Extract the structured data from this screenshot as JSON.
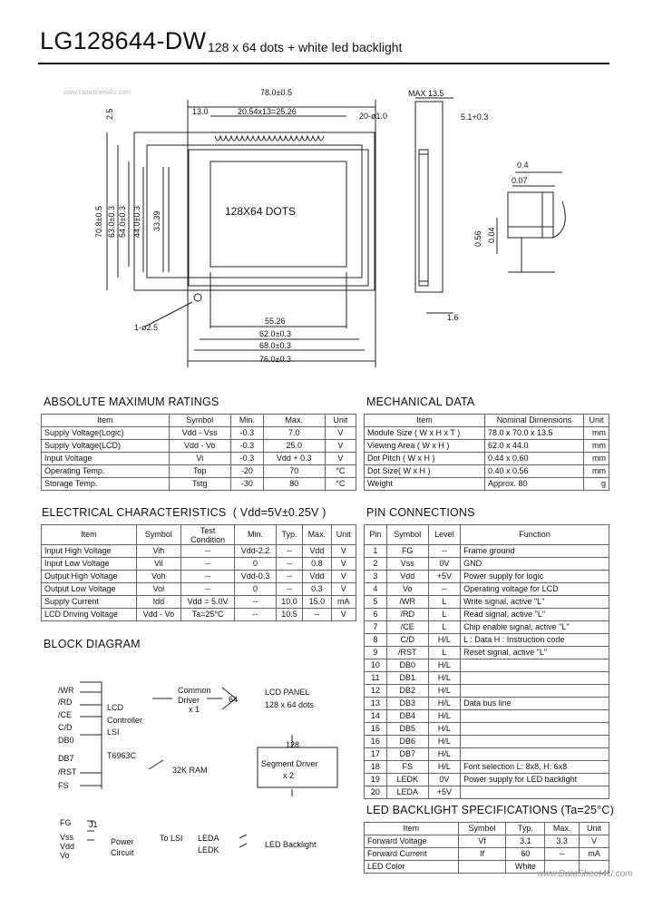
{
  "header": {
    "title": "LG128644-DW",
    "subtitle": "128 x 64 dots + white led backlight"
  },
  "watermark_top": "www.DataSheet4U.com",
  "watermark_bottom": "www.DataSheet4U.com",
  "drawing": {
    "dim_78": "78.0±0.5",
    "dim_13": "13.0",
    "dim_pitch": "20.54x13=25.26",
    "dim_20": "20-ø1.0",
    "dim_25": "2.5",
    "dim_708": "70.8±0.5",
    "dim_630": "63.0±0.3",
    "dim_540": "54.0±0.3",
    "dim_440": "44.0±0.3",
    "dim_3339": "33.39",
    "screen_label": "128X64 DOTS",
    "hole": "1-ø2.5",
    "dim_5526": "55.26",
    "dim_620": "62.0±0.3",
    "dim_680": "68.0±0.3",
    "dim_760": "76.0±0.3",
    "max": "MAX 13.5",
    "dim_51": "5.1+0.3",
    "dim_16": "1.6",
    "dot_04": "0.4",
    "dot_007": "0.07",
    "dot_056": "0.56",
    "dot_004": "0.04"
  },
  "abs_max": {
    "title": "ABSOLUTE MAXIMUM RATINGS",
    "headers": [
      "Item",
      "Symbol",
      "Min.",
      "Max.",
      "Unit"
    ],
    "rows": [
      [
        "Supply Voltage(Logic)",
        "Vdd - Vss",
        "-0.3",
        "7.0",
        "V"
      ],
      [
        "Supply Voltage(LCD)",
        "Vdd - Vo",
        "-0.3",
        "25.0",
        "V"
      ],
      [
        "Input  Voltage",
        "Vi",
        "-0.3",
        "Vdd + 0.3",
        "V"
      ],
      [
        "Operating Temp.",
        "Top",
        "-20",
        "70",
        "°C"
      ],
      [
        "Storage Temp.",
        "Tstg",
        "-30",
        "80",
        "°C"
      ]
    ]
  },
  "mech": {
    "title": "MECHANICAL DATA",
    "headers": [
      "Item",
      "Nominal Dimensions",
      "Unit"
    ],
    "rows": [
      [
        "Module Size ( W x H x T )",
        "78.0 x 70.0 x 13.5",
        "mm"
      ],
      [
        "Viewing Area ( W x H )",
        "62.0 x 44.0",
        "mm"
      ],
      [
        "Dot Pitch ( W x H )",
        "0.44 x 0.60",
        "mm"
      ],
      [
        "Dot Size( W x H )",
        "0.40 x 0.56",
        "mm"
      ],
      [
        "Weight",
        "Approx.  80",
        "g"
      ]
    ]
  },
  "elec": {
    "title": "ELECTRICAL CHARACTERISTICS",
    "cond": "( Vdd=5V±0.25V )",
    "headers": [
      "Item",
      "Symbol",
      "Test Condition",
      "Min.",
      "Typ.",
      "Max.",
      "Unit"
    ],
    "rows": [
      [
        "Input  High Voltage",
        "Vih",
        "--",
        "Vdd-2.2",
        "--",
        "Vdd",
        "V"
      ],
      [
        "Input  Low Voltage",
        "Vil",
        "--",
        "0",
        "--",
        "0.8",
        "V"
      ],
      [
        "Output High Voltage",
        "Voh",
        "--",
        "Vdd-0.3",
        "--",
        "Vdd",
        "V"
      ],
      [
        "Output Low Voltage",
        "Vol",
        "--",
        "0",
        "--",
        "0.3",
        "V"
      ],
      [
        "Supply Current",
        "Idd",
        "Vdd = 5.0V",
        "--",
        "10.0",
        "15.0",
        "mA"
      ],
      [
        "LCD Driving Voltage",
        "Vdd - Vo",
        "Ta=25°C",
        "--",
        "10.5",
        "--",
        "V"
      ]
    ]
  },
  "pins": {
    "title": "PIN CONNECTIONS",
    "headers": [
      "Pin",
      "Symbol",
      "Level",
      "Function"
    ],
    "rows": [
      [
        "1",
        "FG",
        "--",
        "Frame ground"
      ],
      [
        "2",
        "Vss",
        "0V",
        "GND"
      ],
      [
        "3",
        "Vdd",
        "+5V",
        "Power supply for logic"
      ],
      [
        "4",
        "Vo",
        "--",
        "Operating voltage for LCD"
      ],
      [
        "5",
        "/WR",
        "L",
        "Write signal, active \"L\""
      ],
      [
        "6",
        "/RD",
        "L",
        "Read signal, active \"L\""
      ],
      [
        "7",
        "/CE",
        "L",
        "Chip enable signal, active \"L\""
      ],
      [
        "8",
        "C/D",
        "H/L",
        "L : Data    H : Instruction code"
      ],
      [
        "9",
        "/RST",
        "L",
        "Reset signal, active \"L\""
      ],
      [
        "10",
        "DB0",
        "H/L",
        ""
      ],
      [
        "11",
        "DB1",
        "H/L",
        ""
      ],
      [
        "12",
        "DB2",
        "H/L",
        ""
      ],
      [
        "13",
        "DB3",
        "H/L",
        "Data bus line"
      ],
      [
        "14",
        "DB4",
        "H/L",
        ""
      ],
      [
        "15",
        "DB5",
        "H/L",
        ""
      ],
      [
        "16",
        "DB6",
        "H/L",
        ""
      ],
      [
        "17",
        "DB7",
        "H/L",
        ""
      ],
      [
        "18",
        "FS",
        "H/L",
        "Font selection   L: 8x8, H: 6x8"
      ],
      [
        "19",
        "LEDK",
        "0V",
        "Power supply for LED backlight"
      ],
      [
        "20",
        "LEDA",
        "+5V",
        ""
      ]
    ]
  },
  "block": {
    "title": "BLOCK DIAGRAM",
    "signals": [
      "/WR",
      "/RD",
      "/CE",
      "C/D",
      "DB0",
      "DB7",
      "/RST",
      "FS"
    ],
    "controller": [
      "LCD",
      "Controller",
      "LSI"
    ],
    "chip": "T6963C",
    "common": [
      "Common",
      "Driver",
      "x 1"
    ],
    "n64": "64",
    "panel": [
      "LCD PANEL",
      "128 x 64 dots"
    ],
    "n128": "128",
    "seg": [
      "Segment Driver",
      "x 2"
    ],
    "ram": "32K RAM",
    "power_in": [
      "FG",
      "Vss",
      "Vdd",
      "Vo"
    ],
    "j1": "J1",
    "power": [
      "Power",
      "Circuit"
    ],
    "to_lsi": "To LSI",
    "leds": [
      "LEDA",
      "LEDK"
    ],
    "backlight": "LED Backlight"
  },
  "led": {
    "title": "LED BACKLIGHT SPECIFICATIONS (Ta=25°C)",
    "headers": [
      "Item",
      "Symbol",
      "Typ.",
      "Max.",
      "Unit"
    ],
    "rows": [
      [
        "Forward Voltage",
        "Vf",
        "3.1",
        "3.3",
        "V"
      ],
      [
        "Forward Current",
        "If",
        "60",
        "--",
        "mA"
      ],
      [
        "LED Color",
        "",
        "White",
        "",
        ""
      ]
    ]
  }
}
